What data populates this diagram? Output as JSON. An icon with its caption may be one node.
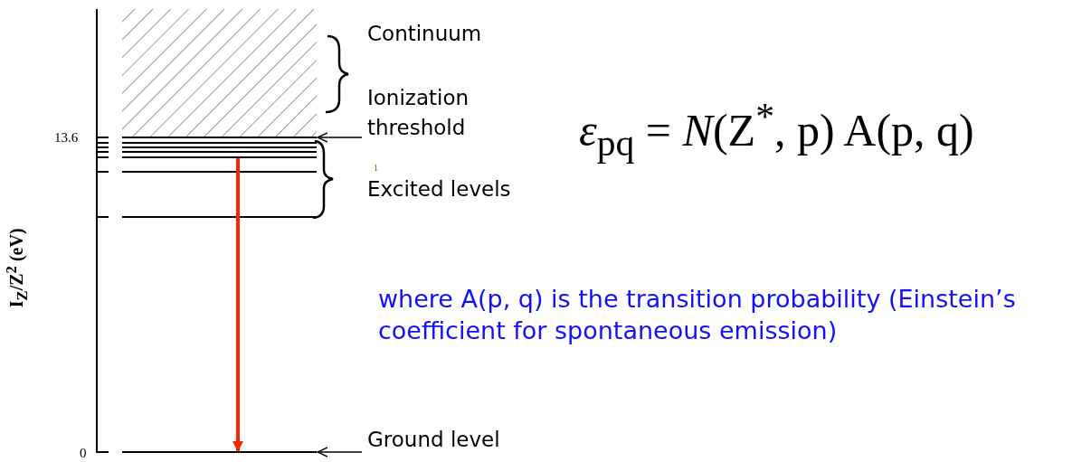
{
  "diagram": {
    "nodes": [
      {
        "text": [],
        "shape": "bar"
      },
      {
        "text": [],
        "shape": "bar"
      },
      {
        "text": [],
        "shape": "bar"
      },
      {
        "text": [
          "Ionization threshold"
        ]
      },
      {
        "text": [
          "Ground level"
        ]
      }
    ],
    "edges": [
      {
        "from": 3,
        "to": 0,
        "arrow": "to"
      },
      {
        "from": 4,
        "to": 2,
        "arrow": "to"
      },
      {
        "from": 1,
        "to": 2,
        "arrow": "to",
        "style": "thick",
        "color": "#ff2200"
      }
    ],
    "labels": [
      "Continuum",
      "1",
      "Excited levels",
      "13.6",
      "0",
      "I$_{Z}$/Z$^{2}$ (eV)",
      "*ε*$_{pq}$ = *N*(Z$^{*}$, p) A(p, q)",
      "where A(p, q) is the transition probability (Einstein’s coefficient for spontaneous emission)"
    ]
  }
}
